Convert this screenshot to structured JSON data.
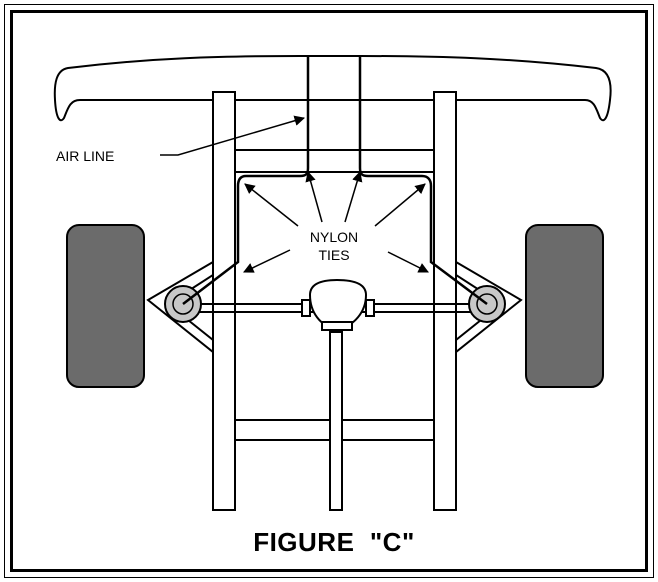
{
  "labels": {
    "air_line": "AIR LINE",
    "nylon_line1": "NYLON",
    "nylon_line2": "TIES",
    "figure_title": "FIGURE  \"C\""
  },
  "colors": {
    "stroke": "#000000",
    "tire": "#6b6b6b",
    "hub": "#c8c8c8",
    "background": "#ffffff"
  }
}
